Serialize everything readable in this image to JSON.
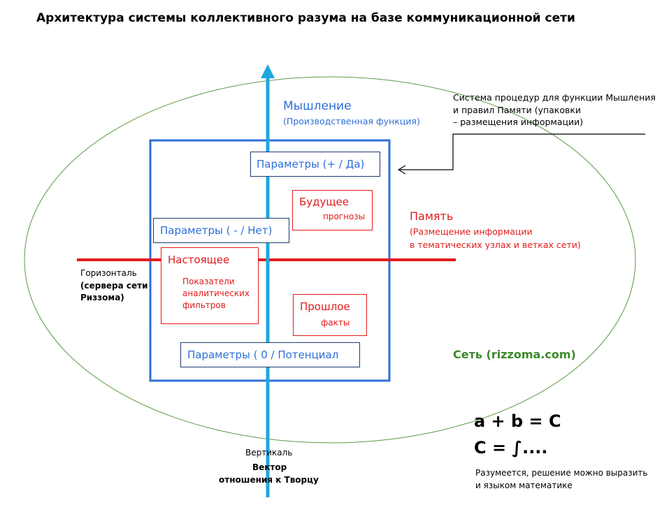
{
  "title": "Архитектура системы коллективного разума на базе коммуникационной сети",
  "thinking": {
    "label": "Мышление",
    "sub": "(Производственная функция)"
  },
  "memory": {
    "label": "Память",
    "sub1": "(Размещение информации",
    "sub2": "в тематических узлах и ветках сети)"
  },
  "procedures": {
    "line1": "Система процедур для функции Мышления",
    "line2": "и правил Памяти (упаковки",
    "line3": "– размещения информации)"
  },
  "params": {
    "yes": "Параметры (+ / Да)",
    "no": "Параметры ( - / Нет)",
    "potential": "Параметры ( 0 / Потенциал"
  },
  "future": {
    "label": "Будущее",
    "sub": "прогнозы"
  },
  "present": {
    "label": "Настоящее",
    "sub1": "Показатели",
    "sub2": "аналитических",
    "sub3": "фильтров"
  },
  "past": {
    "label": "Прошлое",
    "sub": "факты"
  },
  "horizontal": {
    "line1": "Горизонталь",
    "line2": "(сервера сети",
    "line3": "Риззома)"
  },
  "vertical": {
    "line1": "Вертикаль",
    "line2": "Вектор",
    "line3": "отношения  к Творцу"
  },
  "network": "Сеть (rizzoma.com)",
  "math": {
    "eq1": "a + b = C",
    "eq2": "C = ∫....",
    "note1": "Разумеется, решение можно выразить",
    "note2": "и языком математике"
  },
  "colors": {
    "blue": "#2e6fd8",
    "lightblue": "#1fa7e0",
    "red": "#e31b1b",
    "green": "#3a8a2a"
  }
}
